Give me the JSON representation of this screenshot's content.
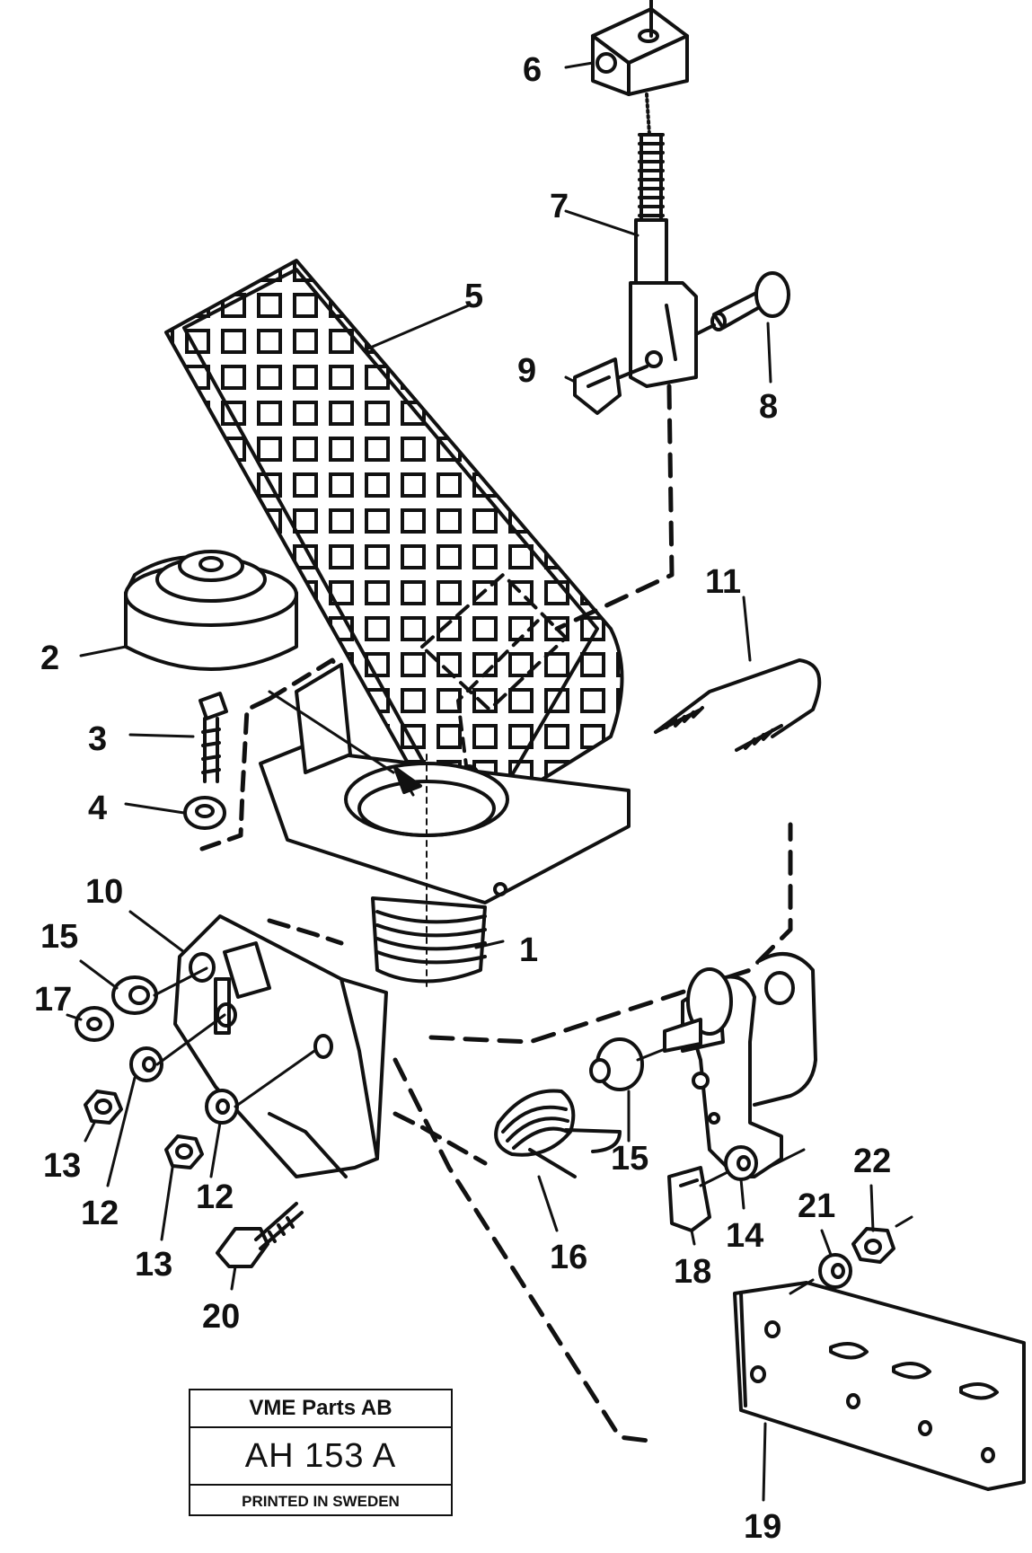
{
  "part_labels": {
    "p1": "1",
    "p2": "2",
    "p3": "3",
    "p4": "4",
    "p5": "5",
    "p6": "6",
    "p7": "7",
    "p8": "8",
    "p9": "9",
    "p10": "10",
    "p11": "11",
    "p12a": "12",
    "p12b": "12",
    "p13a": "13",
    "p13b": "13",
    "p14": "14",
    "p15a": "15",
    "p15b": "15",
    "p16": "16",
    "p17": "17",
    "p18": "18",
    "p19": "19",
    "p20": "20",
    "p21": "21",
    "p22": "22"
  },
  "stamp": {
    "company": "VME Parts AB",
    "code": "AH 153 A",
    "printed": "PRINTED IN SWEDEN"
  }
}
